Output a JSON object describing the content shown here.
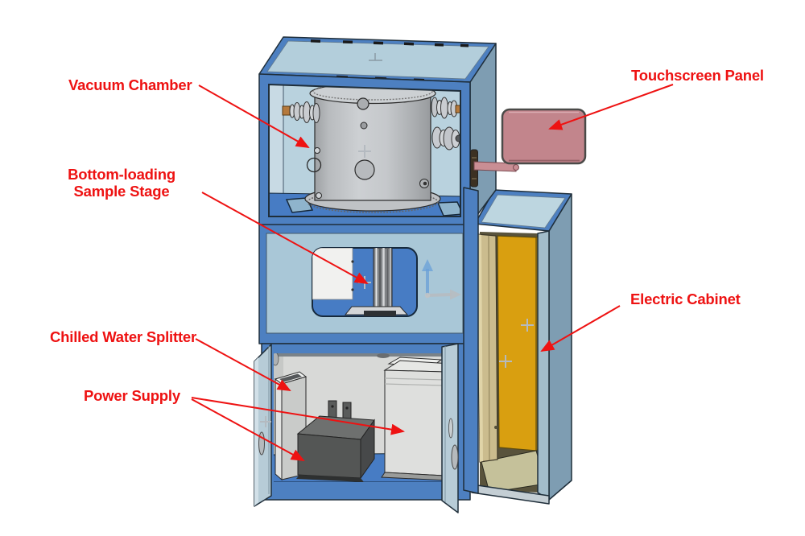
{
  "diagram": {
    "type": "annotated-equipment-diagram",
    "labels": {
      "vacuum_chamber": "Vacuum Chamber",
      "touchscreen_panel": "Touchscreen Panel",
      "bottom_loading_line1": "Bottom-loading",
      "bottom_loading_line2": "Sample Stage",
      "chilled_water_splitter": "Chilled Water Splitter",
      "power_supply": "Power Supply",
      "electric_cabinet": "Electric Cabinet"
    },
    "colors": {
      "annotation_red": "#ee1212",
      "frame_blue": "#4d80c1",
      "panel_light_blue": "#a9c7d7",
      "top_face_blue": "#b3cedb",
      "side_face_blue_gray": "#7e9db2",
      "interior_blue": "#477cc4",
      "chamber_gray": "#c0c3c6",
      "touchscreen_pink": "#c2858c",
      "electric_panel_yellow": "#d99f10",
      "cabinet_door_tan": "#cbbc8e",
      "power_supply_dark_gray": "#545655",
      "equipment_light_gray": "#dedfdd",
      "door_blue_gray": "#b7ccd7",
      "background": "#ffffff"
    }
  }
}
